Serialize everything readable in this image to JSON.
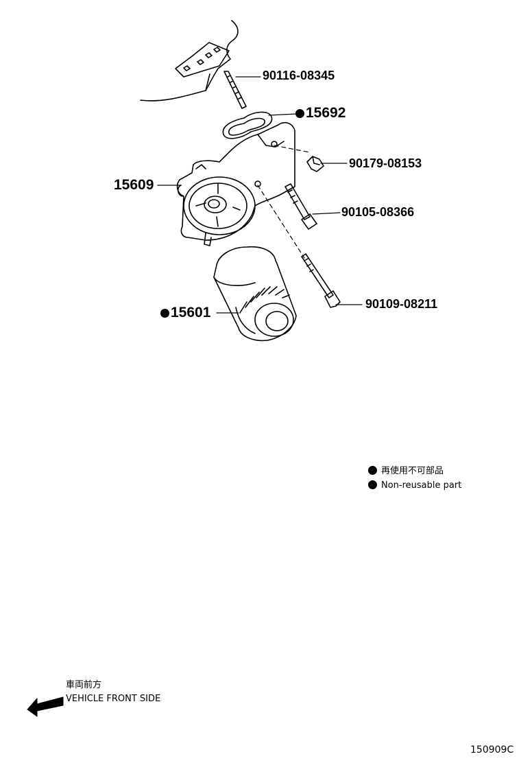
{
  "parts": [
    {
      "id": "p-90116",
      "number": "90116-08345",
      "non_reusable": false
    },
    {
      "id": "p-15692",
      "number": "15692",
      "non_reusable": true
    },
    {
      "id": "p-90179",
      "number": "90179-08153",
      "non_reusable": false
    },
    {
      "id": "p-15609",
      "number": "15609",
      "non_reusable": false
    },
    {
      "id": "p-90105",
      "number": "90105-08366",
      "non_reusable": false
    },
    {
      "id": "p-90109",
      "number": "90109-08211",
      "non_reusable": false
    },
    {
      "id": "p-15601",
      "number": "15601",
      "non_reusable": true
    }
  ],
  "legend": {
    "jp": "再使用不可部品",
    "en": "Non-reusable part"
  },
  "vehicle_front": {
    "jp": "車両前方",
    "en": "VEHICLE FRONT SIDE"
  },
  "illustration_number": "150909C",
  "colors": {
    "ink": "#000000",
    "paper": "#ffffff"
  }
}
